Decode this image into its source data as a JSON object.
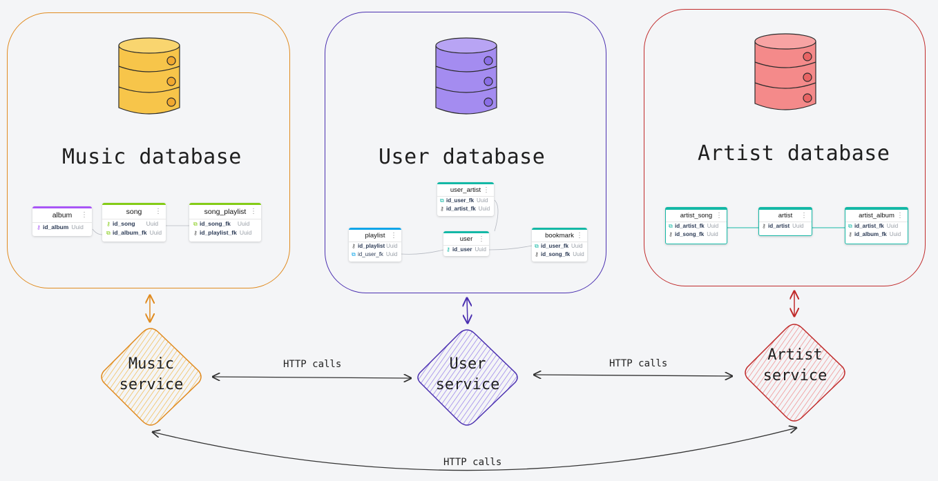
{
  "databases": {
    "music": {
      "title": "Music database",
      "color": "#e08a1e",
      "fill": "#f7c54a"
    },
    "user": {
      "title": "User database",
      "color": "#4a2fb0",
      "fill": "#a48cf0"
    },
    "artist": {
      "title": "Artist database",
      "color": "#c02a2a",
      "fill": "#f48a8a"
    }
  },
  "services": {
    "music": {
      "label_line1": "Music",
      "label_line2": "service"
    },
    "user": {
      "label_line1": "User",
      "label_line2": "service"
    },
    "artist": {
      "label_line1": "Artist",
      "label_line2": "service"
    }
  },
  "connections": {
    "music_user": "HTTP calls",
    "user_artist": "HTTP calls",
    "music_artist": "HTTP calls"
  },
  "tables": {
    "album": {
      "name": "album",
      "accent": "#a855f7",
      "rows": [
        {
          "field": "id_album",
          "type": "Uuid",
          "icon": "key-icon"
        }
      ]
    },
    "song": {
      "name": "song",
      "accent": "#84cc16",
      "rows": [
        {
          "field": "id_song",
          "type": "Uuid",
          "icon": "key-icon"
        },
        {
          "field": "id_album_fk",
          "type": "Uuid",
          "icon": "link-icon"
        }
      ]
    },
    "song_playlist": {
      "name": "song_playlist",
      "accent": "#84cc16",
      "rows": [
        {
          "field": "id_song_fk",
          "type": "Uuid",
          "icon": "link-icon"
        },
        {
          "field": "id_playlist_fk",
          "type": "Uuid",
          "icon": "key-icon"
        }
      ]
    },
    "user_artist": {
      "name": "user_artist",
      "accent": "#14b8a6",
      "rows": [
        {
          "field": "id_user_fk",
          "type": "Uuid",
          "icon": "link-icon"
        },
        {
          "field": "id_artist_fk",
          "type": "Uuid",
          "icon": "key-icon"
        }
      ]
    },
    "playlist": {
      "name": "playlist",
      "accent": "#0ea5e9",
      "rows": [
        {
          "field": "id_playlist",
          "type": "Uuid",
          "icon": "key-icon"
        },
        {
          "field": "id_user_fk",
          "type": "Uuid",
          "icon": "link-icon"
        }
      ]
    },
    "user": {
      "name": "user",
      "accent": "#14b8a6",
      "rows": [
        {
          "field": "id_user",
          "type": "Uuid",
          "icon": "key-icon"
        }
      ]
    },
    "bookmark": {
      "name": "bookmark",
      "accent": "#14b8a6",
      "rows": [
        {
          "field": "id_user_fk",
          "type": "Uuid",
          "icon": "link-icon"
        },
        {
          "field": "id_song_fk",
          "type": "Uuid",
          "icon": "key-icon"
        }
      ]
    },
    "artist_song": {
      "name": "artist_song",
      "accent": "#14b8a6",
      "rows": [
        {
          "field": "id_artist_fk",
          "type": "Uuid",
          "icon": "link-icon"
        },
        {
          "field": "id_song_fk",
          "type": "Uuid",
          "icon": "key-icon"
        }
      ]
    },
    "artist": {
      "name": "artist",
      "accent": "#14b8a6",
      "rows": [
        {
          "field": "id_artist",
          "type": "Uuid",
          "icon": "key-icon"
        }
      ]
    },
    "artist_album": {
      "name": "artist_album",
      "accent": "#14b8a6",
      "rows": [
        {
          "field": "id_artist_fk",
          "type": "Uuid",
          "icon": "link-icon"
        },
        {
          "field": "id_album_fk",
          "type": "Uuid",
          "icon": "key-icon"
        }
      ]
    }
  }
}
